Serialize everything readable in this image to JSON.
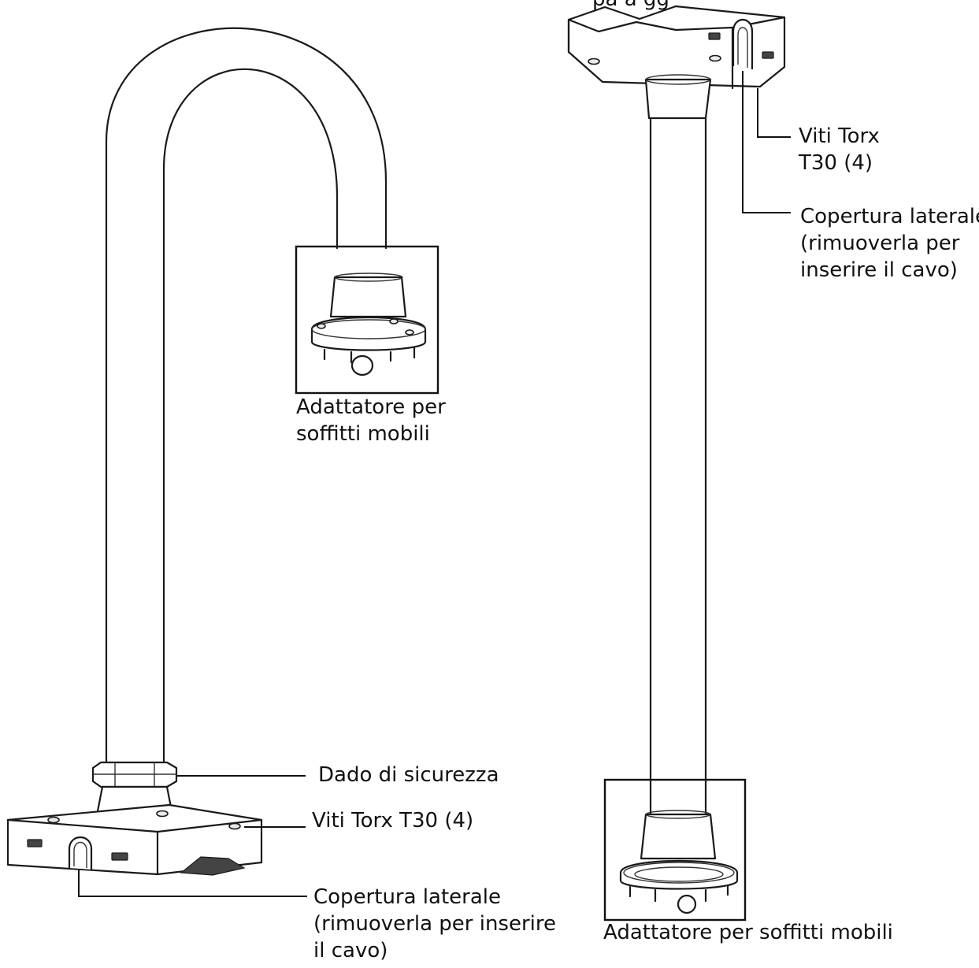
{
  "top_caption": "pa   a   gg",
  "left_mount": {
    "detail_label": [
      "Adattatore per",
      "soffitti mobili"
    ],
    "lock_nut_label": "Dado di sicurezza",
    "screws_label": "Viti Torx T30 (4)",
    "side_cover_label": [
      "Copertura laterale",
      "(rimuoverla per inserire",
      "il cavo)"
    ]
  },
  "right_mount": {
    "screws_label": [
      "Viti Torx",
      "T30 (4)"
    ],
    "side_cover_label": [
      "Copertura laterale",
      "(rimuoverla per",
      "inserire il cavo)"
    ],
    "detail_label": "Adattatore per soffitti mobili"
  }
}
